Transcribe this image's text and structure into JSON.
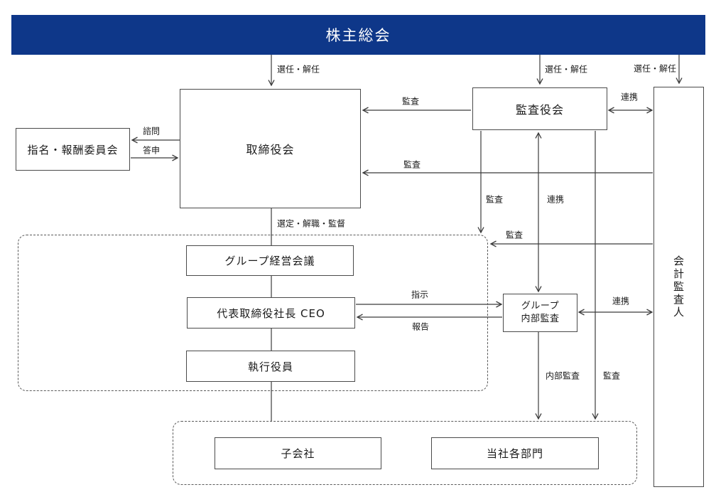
{
  "title": "株主総会",
  "nodes": {
    "shareholders_meeting": "株主総会",
    "nomination_committee": "指名・報酬委員会",
    "board_of_directors": "取締役会",
    "audit_board": "監査役会",
    "accounting_auditor": "会計監査人",
    "group_management_meeting": "グループ経営会議",
    "president_ceo": "代表取締役社長 CEO",
    "executive_officers": "執行役員",
    "group_internal_audit": "グループ\n内部監査",
    "subsidiaries": "子会社",
    "company_departments": "当社各部門"
  },
  "arrow_labels": {
    "election1": "選任・解任",
    "election2": "選任・解任",
    "election3": "選任・解任",
    "audit_top": "監査",
    "coop_top": "連携",
    "advisory": "諮問",
    "report_back": "答申",
    "audit_mid": "監査",
    "audit_vertical": "監査",
    "coop_vertical": "連携",
    "audit_horizontal": "監査",
    "select_dismiss_supervise": "選定・解職・監督",
    "instruct": "指示",
    "report": "報告",
    "coop_right": "連携",
    "internal_audit": "内部監査",
    "audit_bottom": "監査"
  },
  "colors": {
    "banner": "#0e3789",
    "line": "#3b3b3b",
    "box_border": "#4a4a4a"
  }
}
